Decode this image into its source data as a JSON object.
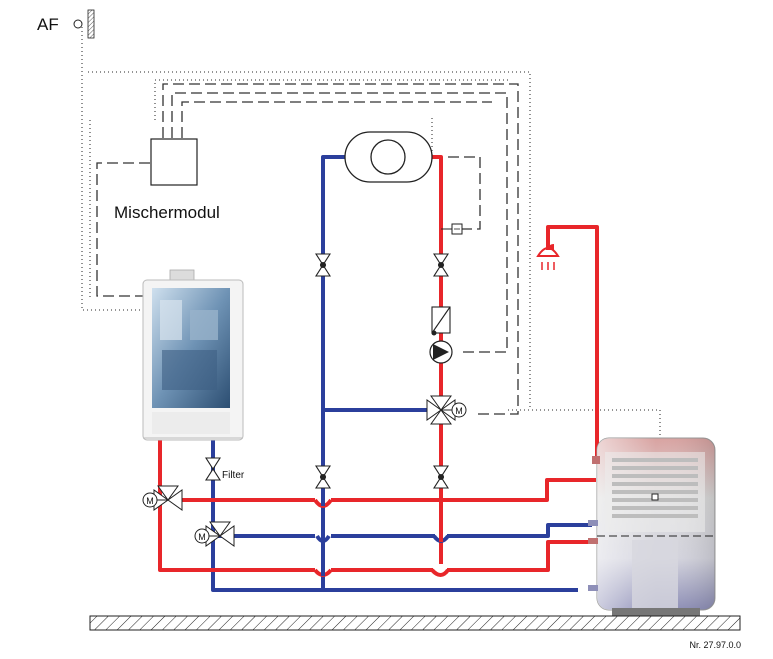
{
  "labels": {
    "outdoor_sensor": "AF",
    "mixer_module": "Mischermodul",
    "filter": "Filter",
    "motor_mark": "M",
    "drawing_number": "Nr. 27.97.0.0"
  },
  "colors": {
    "supply_pipe": "#e8262a",
    "return_pipe": "#2b3f9c",
    "control_line": "#333333",
    "sensor_line": "#555555",
    "boiler_body": "#f4f4f4",
    "tank_top": "#d9a2a0",
    "tank_bottom": "#8e8fb8"
  },
  "icons": [
    "outdoor-sensor-icon",
    "pump-icon",
    "valve-icon",
    "three-way-valve-icon",
    "shower-icon",
    "floor-hatch"
  ]
}
